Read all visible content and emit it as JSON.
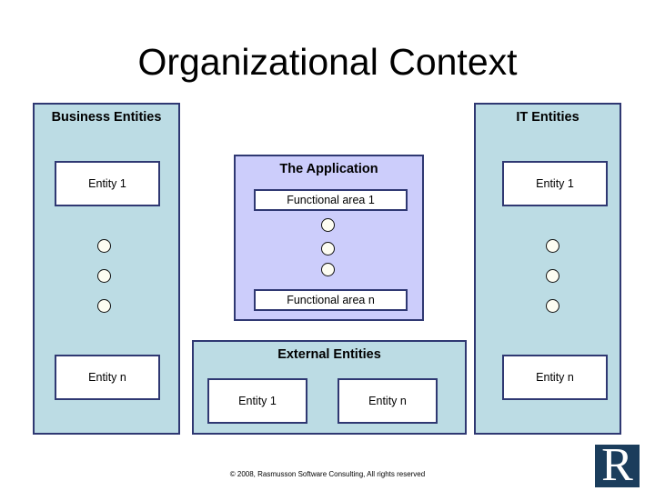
{
  "slide": {
    "title": "Organizational Context",
    "copyright": "© 2008, Rasmusson Software Consulting, All rights reserved",
    "logo_letter": "R"
  },
  "colors": {
    "panel_fill": "#bcdce4",
    "app_fill": "#cccdfb",
    "border": "#2f3872",
    "box_fill": "#ffffff",
    "dot_fill": "#fdfdf2",
    "dot_border": "#111111",
    "logo_bg": "#1b3d5c",
    "title_text": "#000000"
  },
  "business_panel": {
    "heading": "Business Entities",
    "entity_first": "Entity 1",
    "entity_last": "Entity n",
    "dot_count": 3
  },
  "application_panel": {
    "heading": "The Application",
    "area_first": "Functional area 1",
    "area_last": "Functional area n",
    "dot_count": 3
  },
  "external_panel": {
    "heading": "External Entities",
    "entity_first": "Entity 1",
    "entity_last": "Entity n"
  },
  "it_panel": {
    "heading": "IT Entities",
    "entity_first": "Entity 1",
    "entity_last": "Entity n",
    "dot_count": 3
  }
}
